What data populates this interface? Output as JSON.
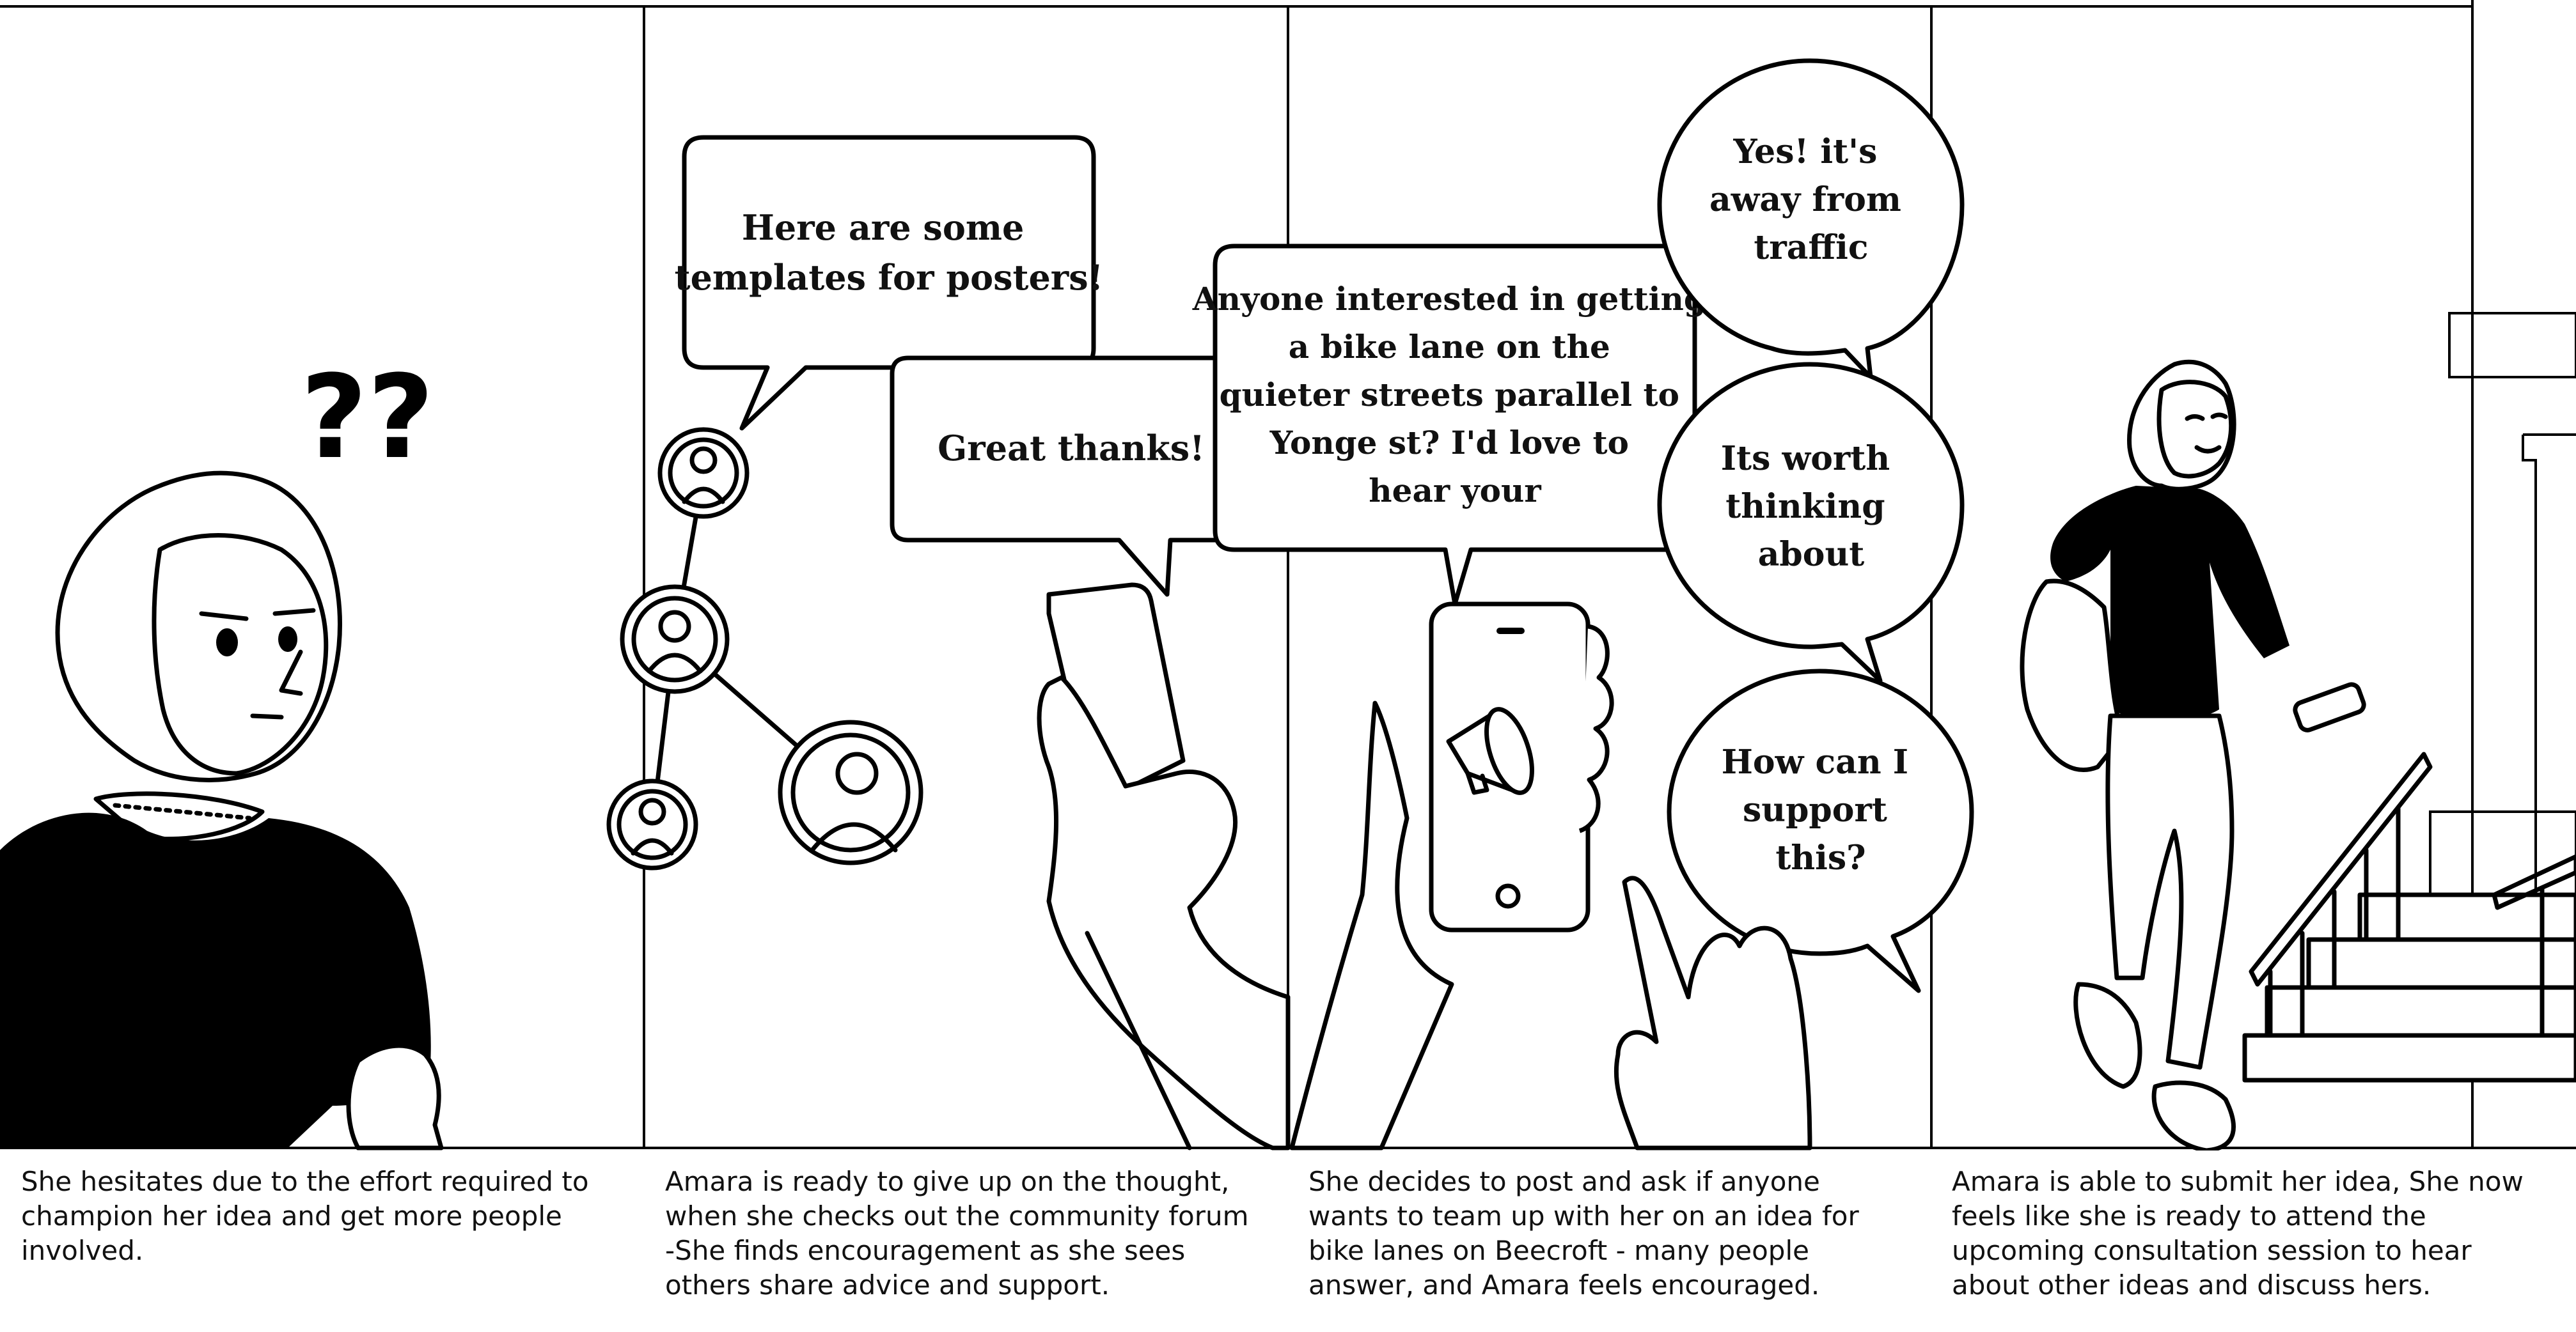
{
  "panels": [
    {
      "caption": "She hesitates due to the effort required to champion her idea and get more people involved.",
      "bubbles": []
    },
    {
      "caption": "Amara is ready to give up on the thought, when she checks out the community forum -She finds encouragement as she sees others share advice and support.",
      "bubbles": [
        "Here are some templates for posters!",
        "Great thanks!"
      ]
    },
    {
      "caption": "She decides to post and ask if anyone wants to team up with her on an idea for bike lanes on Beecroft - many people answer, and Amara feels encouraged.",
      "bubbles": [
        "Anyone interested in getting a bike lane on the quieter streets parallel to Yonge st? I'd love to hear your thoughts",
        "Yes! it's away from traffic",
        "Its worth thinking about",
        "How can I support this?"
      ]
    },
    {
      "caption": "Amara is able to submit her idea, She now feels like she is ready to attend the upcoming consultation session to hear about other ideas and discuss hers.",
      "bubbles": []
    }
  ],
  "icons": [
    "question-marks-icon",
    "network-icon",
    "phone-icon",
    "megaphone-icon",
    "handbag-icon",
    "stairs-icon"
  ]
}
